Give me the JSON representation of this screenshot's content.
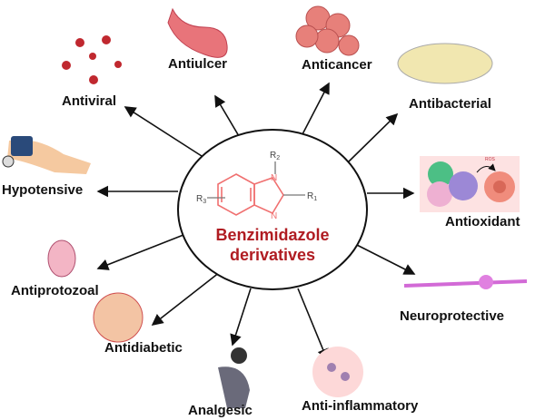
{
  "center": {
    "line1": "Benzimidazole",
    "line2": "derivatives",
    "substituents": [
      "R1",
      "R2",
      "R3"
    ],
    "atoms": [
      "N",
      "N"
    ]
  },
  "labels": {
    "antiviral": "Antiviral",
    "antiulcer": "Antiulcer",
    "anticancer": "Anticancer",
    "antibacterial": "Antibacterial",
    "hypotensive": "Hypotensive",
    "antioxidant": "Antioxidant",
    "antiprotozoal": "Antiprotozoal",
    "neuroprotective": "Neuroprotective",
    "antidiabetic": "Antidiabetic",
    "analgesic": "Analgesic",
    "anti_inflammatory": "Anti-inflammatory"
  },
  "ros_label": "ROS",
  "colors": {
    "title": "#b01c22",
    "structure": "#f07070",
    "arrow": "#111111"
  }
}
